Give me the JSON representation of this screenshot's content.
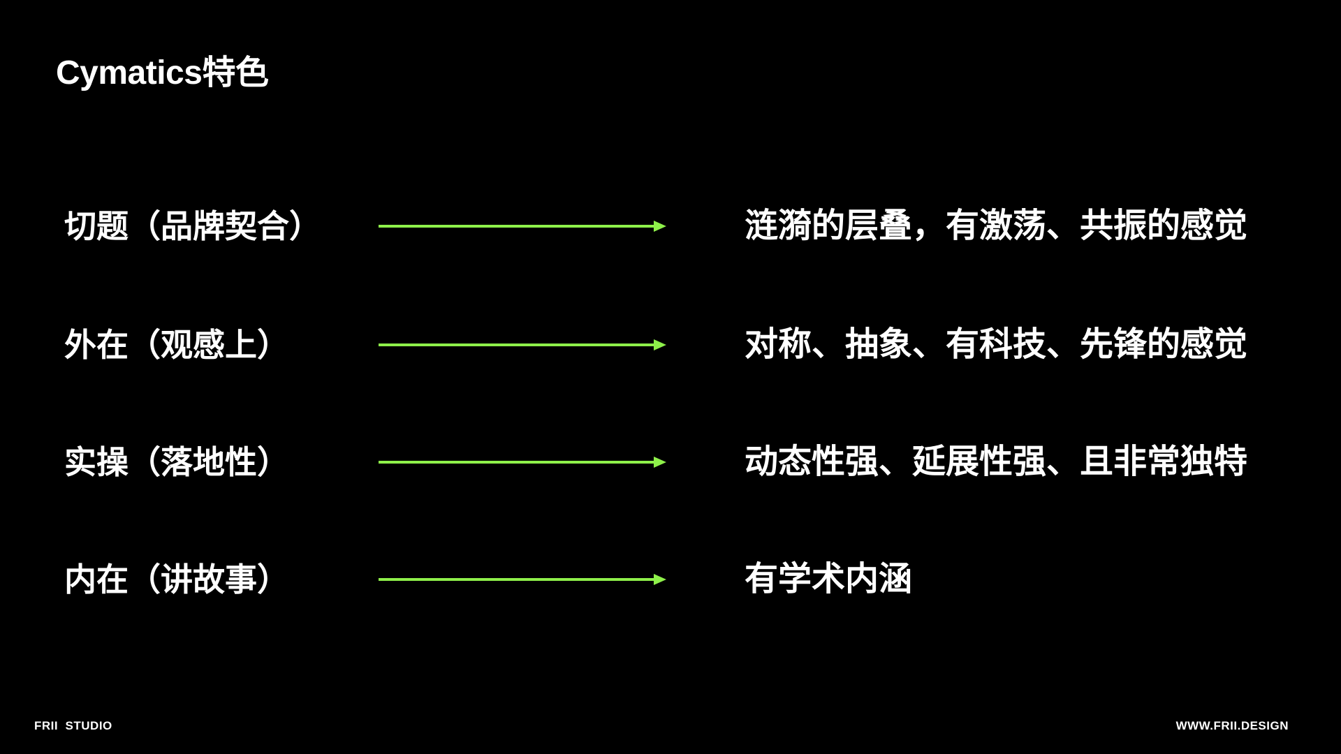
{
  "title": "Cymatics特色",
  "accent_color": "#8ef04a",
  "rows": [
    {
      "left": "切题（品牌契合）",
      "right": "涟漪的层叠，有激荡、共振的感觉"
    },
    {
      "left": "外在（观感上）",
      "right": "对称、抽象、有科技、先锋的感觉"
    },
    {
      "left": "实操（落地性）",
      "right": "动态性强、延展性强、且非常独特"
    },
    {
      "left": "内在（讲故事）",
      "right": "有学术内涵"
    }
  ],
  "footer": {
    "left": "FRII  STUDIO",
    "right": "WWW.FRII.DESIGN"
  }
}
